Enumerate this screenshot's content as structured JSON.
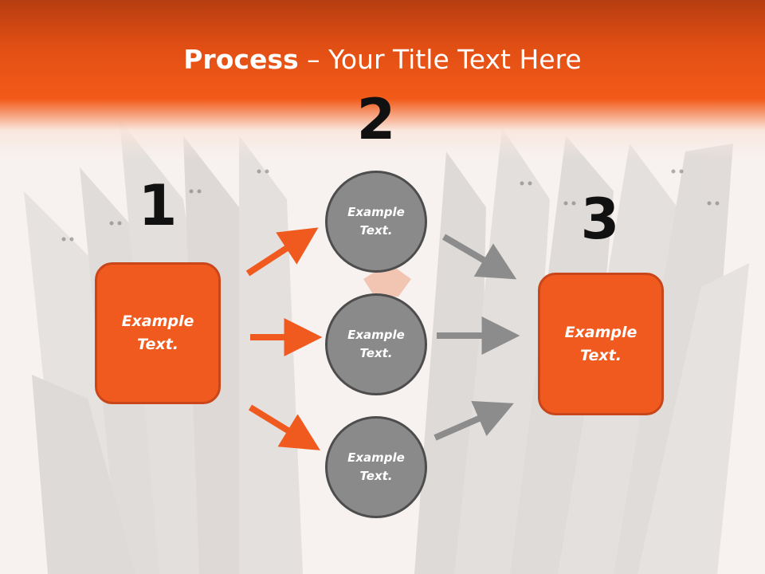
{
  "title": {
    "bold": "Process",
    "rest": " – Your Title Text Here"
  },
  "steps": [
    {
      "number": "1",
      "text": "Example\nText."
    },
    {
      "number": "2"
    },
    {
      "number": "3",
      "text": "Example\nText."
    }
  ],
  "circles": [
    {
      "text": "Example\nText."
    },
    {
      "text": "Example\nText."
    },
    {
      "text": "Example\nText."
    }
  ],
  "colors": {
    "accent": "#f05a1f",
    "accent_border": "#c8461a",
    "circle_fill": "#8a8a8a",
    "circle_border": "#4d4d4d",
    "grey_arrow": "#8c8c8c",
    "orange_arrow": "#f05a1f"
  }
}
